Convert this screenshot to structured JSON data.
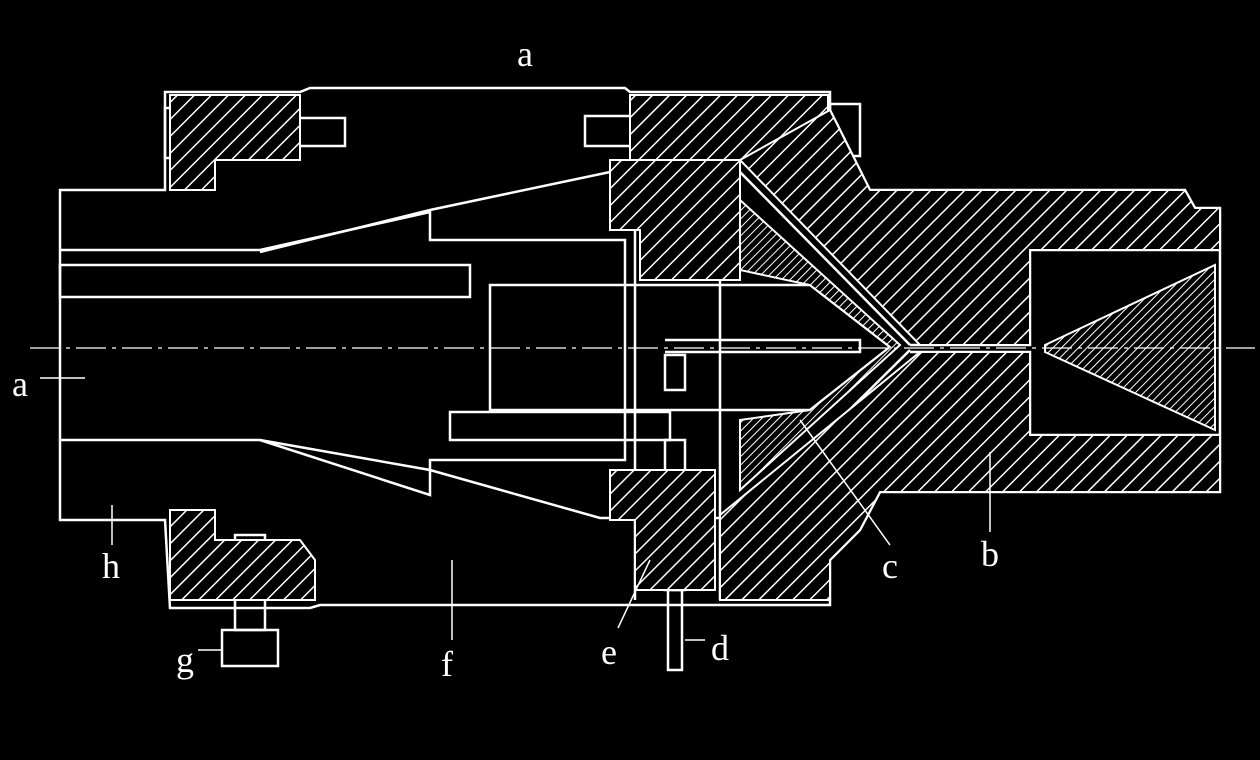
{
  "colors": {
    "background": "#000000",
    "line": "#ffffff"
  },
  "labels": {
    "a_top": "a",
    "a_left": "a",
    "b": "b",
    "c": "c",
    "d": "d",
    "e": "e",
    "f": "f",
    "g": "g",
    "h": "h"
  }
}
